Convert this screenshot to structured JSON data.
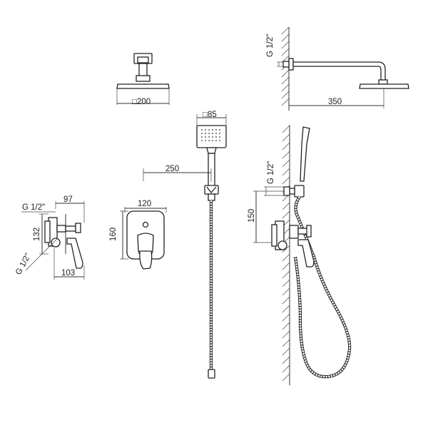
{
  "labels": {
    "overhead_diameter": "□200",
    "handshower_width": "□85",
    "arm_length": "350",
    "hose_reach": "250",
    "plate_width": "120",
    "plate_height": "160",
    "mixer_depth_top": "97",
    "mixer_depth_bottom": "103",
    "mixer_height": "132",
    "holder_height": "150",
    "thread_arm": "G 1/2\"",
    "thread_holder": "G 1/2\"",
    "thread_mixer_top": "G 1/2\"",
    "thread_mixer_side": "G 1/2\""
  }
}
